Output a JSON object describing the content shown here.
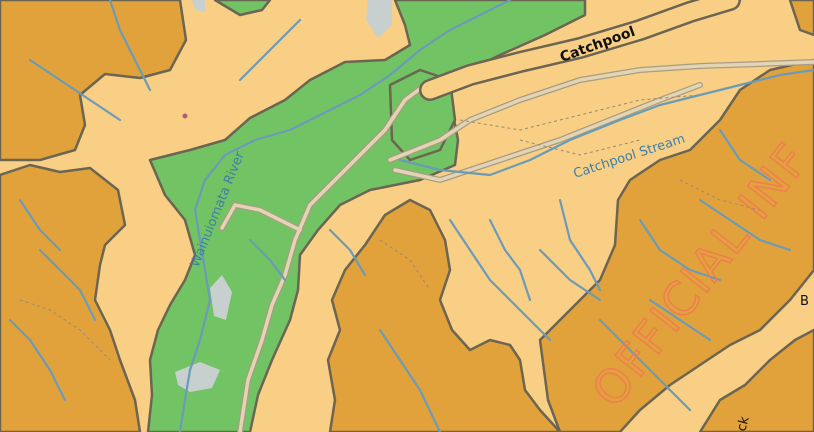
{
  "map": {
    "labels": {
      "road_top": "Catchpool",
      "stream": "Catchpool Stream",
      "river": "Wainuiomata River",
      "edge_right": "B",
      "edge_bottom": "ck"
    },
    "watermark": "OFFICIAL INF",
    "colors": {
      "light_land": "#f8cf85",
      "dark_land": "#e2a23b",
      "green": "#72c363",
      "water_line": "#6a9bb8",
      "boundary": "#6b6552",
      "watermark": "#f07b52",
      "road_fill": "#e3d5b3",
      "road_casing": "#a89c83"
    }
  }
}
